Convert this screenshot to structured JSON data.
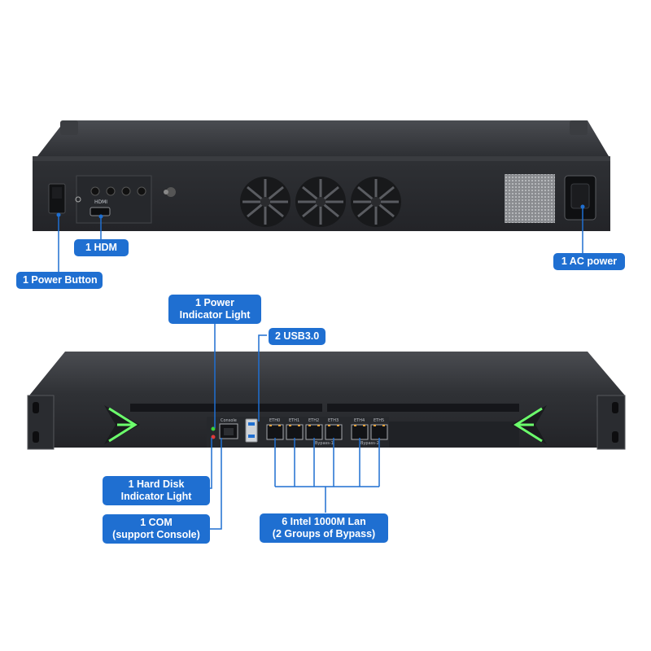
{
  "callouts": {
    "hdmi": "1 HDM",
    "power_button": "1 Power Button",
    "ac_power": "1 AC power",
    "power_indicator_line1": "1 Power",
    "power_indicator_line2": "Indicator Light",
    "usb": "2 USB3.0",
    "hdd_indicator_line1": "1 Hard Disk",
    "hdd_indicator_line2": "Indicator Light",
    "com_line1": "1 COM",
    "com_line2": "(support Console)",
    "lan_line1": "6 Intel 1000M Lan",
    "lan_line2": "(2 Groups of Bypass)"
  },
  "device_labels": {
    "hdmi_port": "HDMI",
    "console_port": "Console",
    "eth": [
      "ETH0",
      "ETH1",
      "ETH2",
      "ETH3",
      "ETH4",
      "ETH5"
    ],
    "bypass1": "Bypass-1",
    "bypass2": "Bypass-2"
  },
  "colors": {
    "callout_bg": "#1f6fd1",
    "chassis_dark": "#2b2d31",
    "accent_green": "#6cff6c"
  }
}
